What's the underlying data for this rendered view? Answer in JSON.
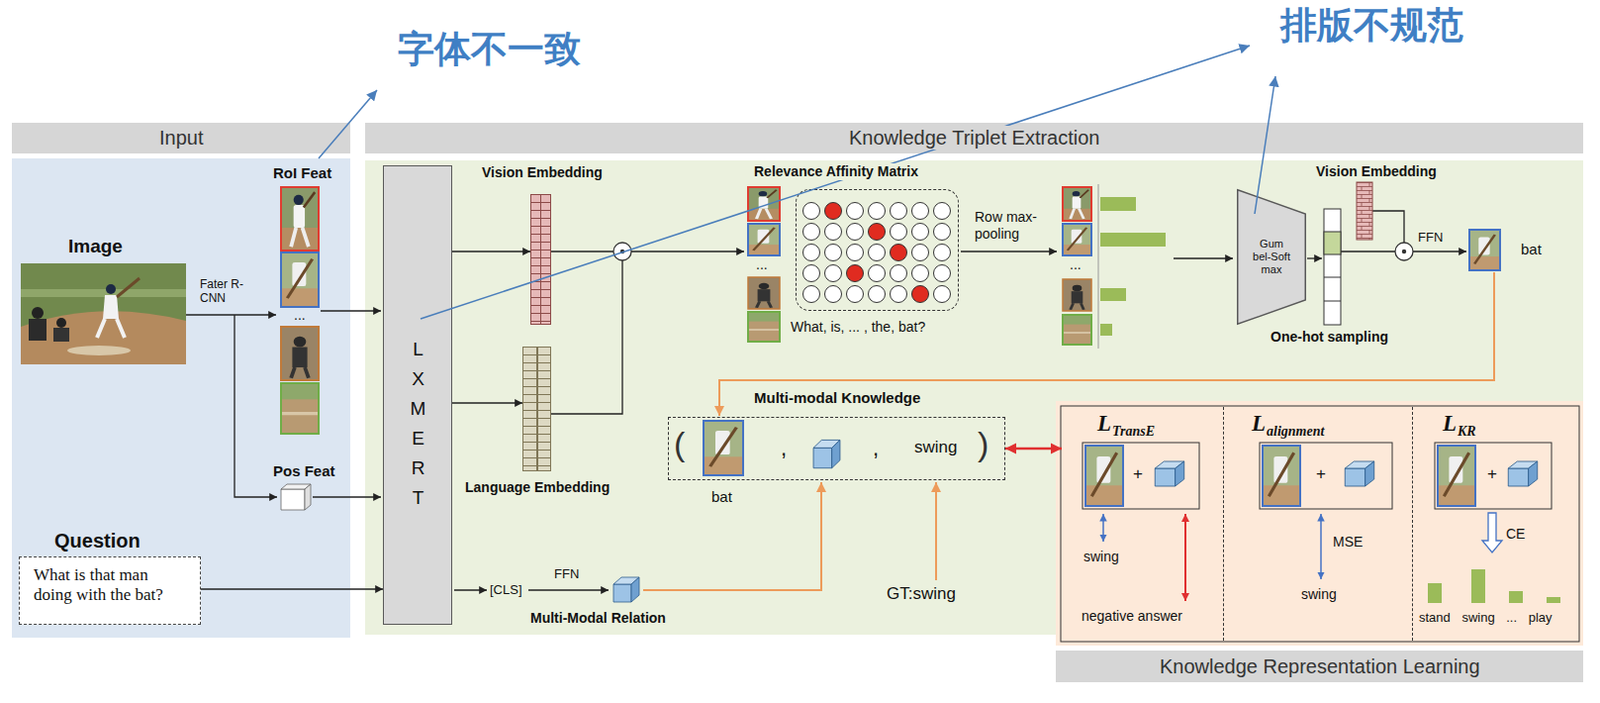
{
  "diagram": {
    "nodes": [
      {
        "text": [
          "Input"
        ]
      },
      {
        "text": [
          "Question",
          "What is that man doing with the bat?"
        ],
        "in": 0
      },
      {
        "text": [
          "Knowledge Triplet Extraction"
        ]
      },
      {
        "text": [
          "LXMERT"
        ],
        "in": 2
      },
      {
        "text": [
          "Vision Embedding"
        ],
        "in": 2
      },
      {
        "text": [
          "Language Embedding"
        ],
        "in": 2
      },
      {
        "text": [
          "Relevance Affinity Matrix"
        ],
        "in": 2
      },
      {
        "text": [
          "Gum bel-Soft max"
        ],
        "in": 2
      },
      {
        "text": [
          "Multi-modal Knowledge",
          "(",
          ",",
          ",",
          "swing",
          ")"
        ],
        "in": 2
      },
      {
        "text": [
          "Knowledge Representation Learning"
        ]
      },
      {
        "text": [
          "L",
          "TransE",
          "+",
          "swing",
          "negative answer"
        ],
        "in": 9
      },
      {
        "text": [
          "L",
          "alignment",
          "+",
          "MSE",
          "swing"
        ],
        "in": 9
      },
      {
        "text": [
          "L",
          "KR",
          "+",
          "CE",
          "stand swing ... play"
        ],
        "in": 9
      }
    ],
    "edges": [
      {
        "from": 1,
        "to": 3,
        "arrow": "to"
      },
      {
        "from": 3,
        "to": 4,
        "arrow": "to"
      },
      {
        "from": 3,
        "to": 5,
        "arrow": "to"
      },
      {
        "from": 8,
        "to": 10,
        "arrow": "both"
      }
    ],
    "labels": [
      "字体不一致",
      "排版不规范",
      "Image",
      "Fater R-CNN",
      "RoI Feat",
      "...",
      "Pos Feat",
      "...",
      "What, is, ... , the, bat?",
      "Row max-pooling",
      "...",
      "One-hot sampling",
      "Vision Embedding",
      "FFN",
      "bat",
      "bat",
      "[CLS]",
      "FFN",
      "Multi-Modal Relation",
      "GT:swing"
    ]
  }
}
